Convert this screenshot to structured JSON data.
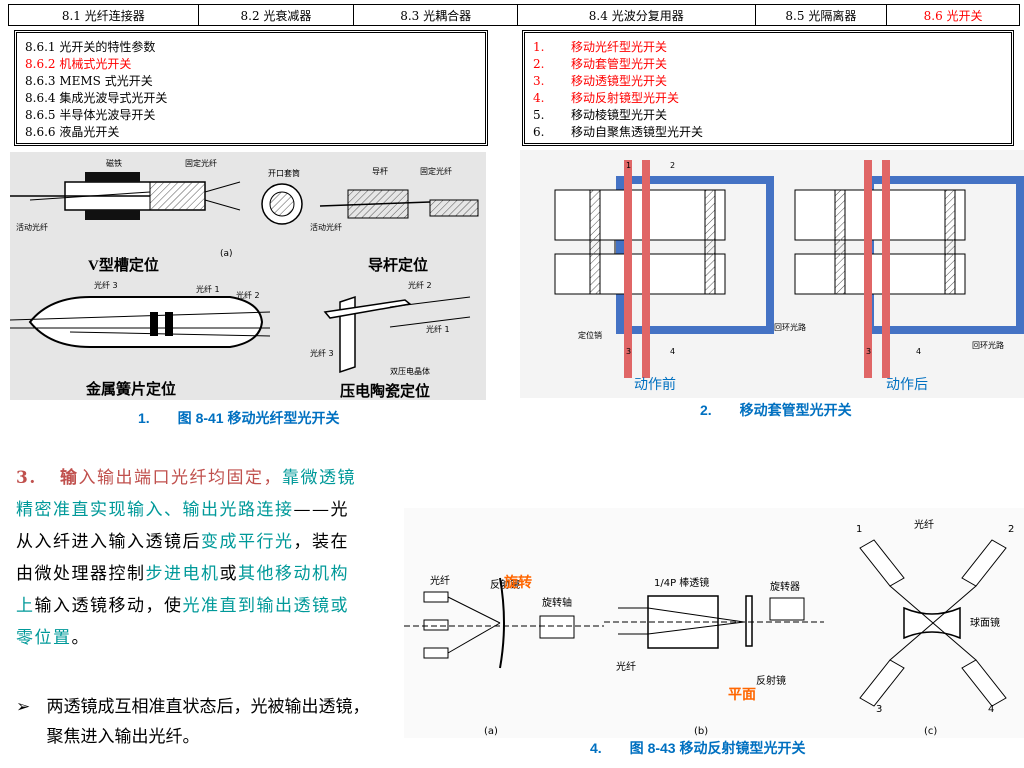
{
  "tabs": [
    {
      "label": "8.1 光纤连接器",
      "w": 190
    },
    {
      "label": "8.2 光衰减器",
      "w": 156
    },
    {
      "label": "8.3 光耦合器",
      "w": 164
    },
    {
      "label": "8.4 光波分复用器",
      "w": 238
    },
    {
      "label": "8.5 光隔离器",
      "w": 132
    },
    {
      "label": "8.6 光开关",
      "w": 132
    }
  ],
  "active_tab": 5,
  "left_list": [
    {
      "text": "8.6.1 光开关的特性参数",
      "highlight": false
    },
    {
      "text": "8.6.2 机械式光开关",
      "highlight": true
    },
    {
      "text": "8.6.3 MEMS 式光开关",
      "highlight": false
    },
    {
      "text": "8.6.4 集成光波导式光开关",
      "highlight": false
    },
    {
      "text": "8.6.5 半导体光波导开关",
      "highlight": false
    },
    {
      "text": "8.6.6 液晶光开关",
      "highlight": false
    }
  ],
  "right_list": [
    {
      "num": "1.",
      "text": "移动光纤型光开关",
      "highlight": true
    },
    {
      "num": "2.",
      "text": "移动套管型光开关",
      "highlight": true
    },
    {
      "num": "3.",
      "text": "移动透镜型光开关",
      "highlight": true
    },
    {
      "num": "4.",
      "text": "移动反射镜型光开关",
      "highlight": true
    },
    {
      "num": "5.",
      "text": "移动棱镜型光开关",
      "highlight": false
    },
    {
      "num": "6.",
      "text": "移动自聚焦透镜型光开关",
      "highlight": false
    }
  ],
  "fig1": {
    "labels": {
      "v_groove": "V型槽定位",
      "guide_rod": "导杆定位",
      "metal_reed": "金属簧片定位",
      "piezo": "压电陶瓷定位"
    },
    "annotations": {
      "magnet": "磁铁",
      "fixed_fiber": "固定光纤",
      "moving_fiber": "活动光纤",
      "split_sleeve": "开口套筒",
      "guide": "导杆",
      "fixed_fiber2": "固定光纤",
      "moving_fiber2": "活动光纤",
      "a": "(a)",
      "fiber3": "光纤 3",
      "fiber1": "光纤 1",
      "fiber2": "光纤 2",
      "fiber2b": "光纤 2",
      "fiber1b": "光纤 1",
      "fiber3b": "光纤 3",
      "bimorph": "双压电晶体"
    },
    "caption": "1.　　图 8-41 移动光纤型光开关"
  },
  "fig2": {
    "before": "动作前",
    "after": "动作后",
    "pin": "定位销",
    "loop": "回环光路",
    "loop2": "回环光路",
    "n1": "1",
    "n2": "2",
    "n3": "3",
    "n4": "4",
    "caption": "2.　　移动套管型光开关"
  },
  "para3": {
    "num": "3.",
    "seg1": "输",
    "seg2": "入输出端口光纤均固定，",
    "seg3": "靠微透镜精密准直实现输入、输出光路连接",
    "seg4": "——光从入纤进入输入透镜后",
    "seg5": "变成平行光",
    "seg6": "，装在由微处理器控制",
    "seg7": "步进电机",
    "seg8": "或",
    "seg9": "其他移动机构上",
    "seg10": "输入透镜移动，使",
    "seg11": "光准直到输出透镜或零位置",
    "seg12": "。"
  },
  "bullet": {
    "arrow": "➢",
    "text": "两透镜成互相准直状态后，光被输出透镜，聚焦进入输出光纤。"
  },
  "fig4": {
    "rotate": "旋转",
    "plane": "平面",
    "fiber": "光纤",
    "reflector": "反射镜",
    "shaft": "旋转轴",
    "rod_lens": "1/4P 棒透镜",
    "rotator": "旋转器",
    "fiber_b": "光纤",
    "reflector_b": "反射镜",
    "fiber_c": "光纤",
    "sphere": "球面镜",
    "a": "(a)",
    "b": "(b)",
    "c": "(c)",
    "n1": "1",
    "n2": "2",
    "n3": "3",
    "n4": "4",
    "caption": "4.　　图 8-43 移动反射镜型光开关"
  },
  "colors": {
    "highlight": "#ff0000",
    "caption_blue": "#0070c0",
    "orange": "#c0504d",
    "teal": "#009999",
    "fig_blue": "#4472c4",
    "fig_red": "#e06666"
  }
}
